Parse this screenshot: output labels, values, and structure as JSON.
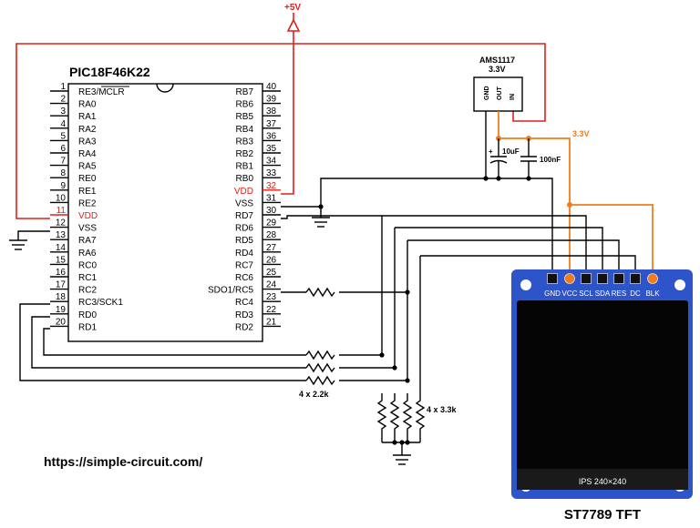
{
  "mcu": {
    "name": "PIC18F46K22",
    "left_pins": [
      {
        "num": "1",
        "label": "RE3/MCLR",
        "overline": "MCLR"
      },
      {
        "num": "2",
        "label": "RA0"
      },
      {
        "num": "3",
        "label": "RA1"
      },
      {
        "num": "4",
        "label": "RA2"
      },
      {
        "num": "5",
        "label": "RA3"
      },
      {
        "num": "6",
        "label": "RA4"
      },
      {
        "num": "7",
        "label": "RA5"
      },
      {
        "num": "8",
        "label": "RE0"
      },
      {
        "num": "9",
        "label": "RE1"
      },
      {
        "num": "10",
        "label": "RE2"
      },
      {
        "num": "11",
        "label": "VDD",
        "red": true
      },
      {
        "num": "12",
        "label": "VSS"
      },
      {
        "num": "13",
        "label": "RA7"
      },
      {
        "num": "14",
        "label": "RA6"
      },
      {
        "num": "15",
        "label": "RC0"
      },
      {
        "num": "16",
        "label": "RC1"
      },
      {
        "num": "17",
        "label": "RC2"
      },
      {
        "num": "18",
        "label": "RC3/SCK1"
      },
      {
        "num": "19",
        "label": "RD0"
      },
      {
        "num": "20",
        "label": "RD1"
      }
    ],
    "right_pins": [
      {
        "num": "40",
        "label": "RB7"
      },
      {
        "num": "39",
        "label": "RB6"
      },
      {
        "num": "38",
        "label": "RB5"
      },
      {
        "num": "37",
        "label": "RB4"
      },
      {
        "num": "36",
        "label": "RB3"
      },
      {
        "num": "35",
        "label": "RB2"
      },
      {
        "num": "34",
        "label": "RB1"
      },
      {
        "num": "33",
        "label": "RB0"
      },
      {
        "num": "32",
        "label": "VDD",
        "red": true
      },
      {
        "num": "31",
        "label": "VSS"
      },
      {
        "num": "30",
        "label": "RD7"
      },
      {
        "num": "29",
        "label": "RD6"
      },
      {
        "num": "28",
        "label": "RD5"
      },
      {
        "num": "27",
        "label": "RD4"
      },
      {
        "num": "26",
        "label": "RC7"
      },
      {
        "num": "25",
        "label": "RC6"
      },
      {
        "num": "24",
        "label": "SDO1/RC5"
      },
      {
        "num": "23",
        "label": "RC4"
      },
      {
        "num": "22",
        "label": "RD3"
      },
      {
        "num": "21",
        "label": "RD2"
      }
    ]
  },
  "power": {
    "supply_label": "+5V",
    "rail_label": "3.3V"
  },
  "regulator": {
    "name": "AMS1117",
    "voltage": "3.3V",
    "pins": [
      "GND",
      "OUT",
      "IN"
    ]
  },
  "capacitors": {
    "c1": "10uF",
    "c1_polarity": "+",
    "c2": "100nF"
  },
  "resistors": {
    "series_label": "4 x 2.2k",
    "pulldown_label": "4 x 3.3k"
  },
  "tft": {
    "pins": [
      "GND",
      "VCC",
      "SCL",
      "SDA",
      "RES",
      "DC",
      "BLK"
    ],
    "screen_text": "IPS 240×240",
    "title": "ST7789 TFT"
  },
  "website": "https://simple-circuit.com/",
  "colors": {
    "power_wire": "#e0201a",
    "rail_3v3": "#f07d1a",
    "board": "#2d54c8"
  }
}
